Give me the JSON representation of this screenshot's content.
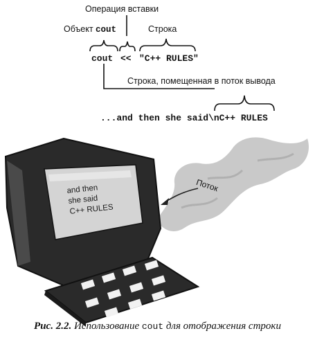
{
  "labels": {
    "insertion_op": "Операция вставки",
    "cout_object_prefix": "Объект ",
    "cout_object_code": "cout",
    "string_label": "Строка",
    "output_stream_label": "Строка, помещенная в поток вывода",
    "stream_label": "Поток"
  },
  "code": {
    "cout": "cout",
    "op": "<<",
    "string_literal": "\"C++ RULES\"",
    "output_line": "...and then she said\\nC++ RULES"
  },
  "screen_text": {
    "line1": "and then",
    "line2": "she said",
    "line3": "C++ RULES"
  },
  "caption": {
    "number": "Рис. 2.2.",
    "text_before": "Использование",
    "code": "cout",
    "text_after": "для отображения строки"
  }
}
